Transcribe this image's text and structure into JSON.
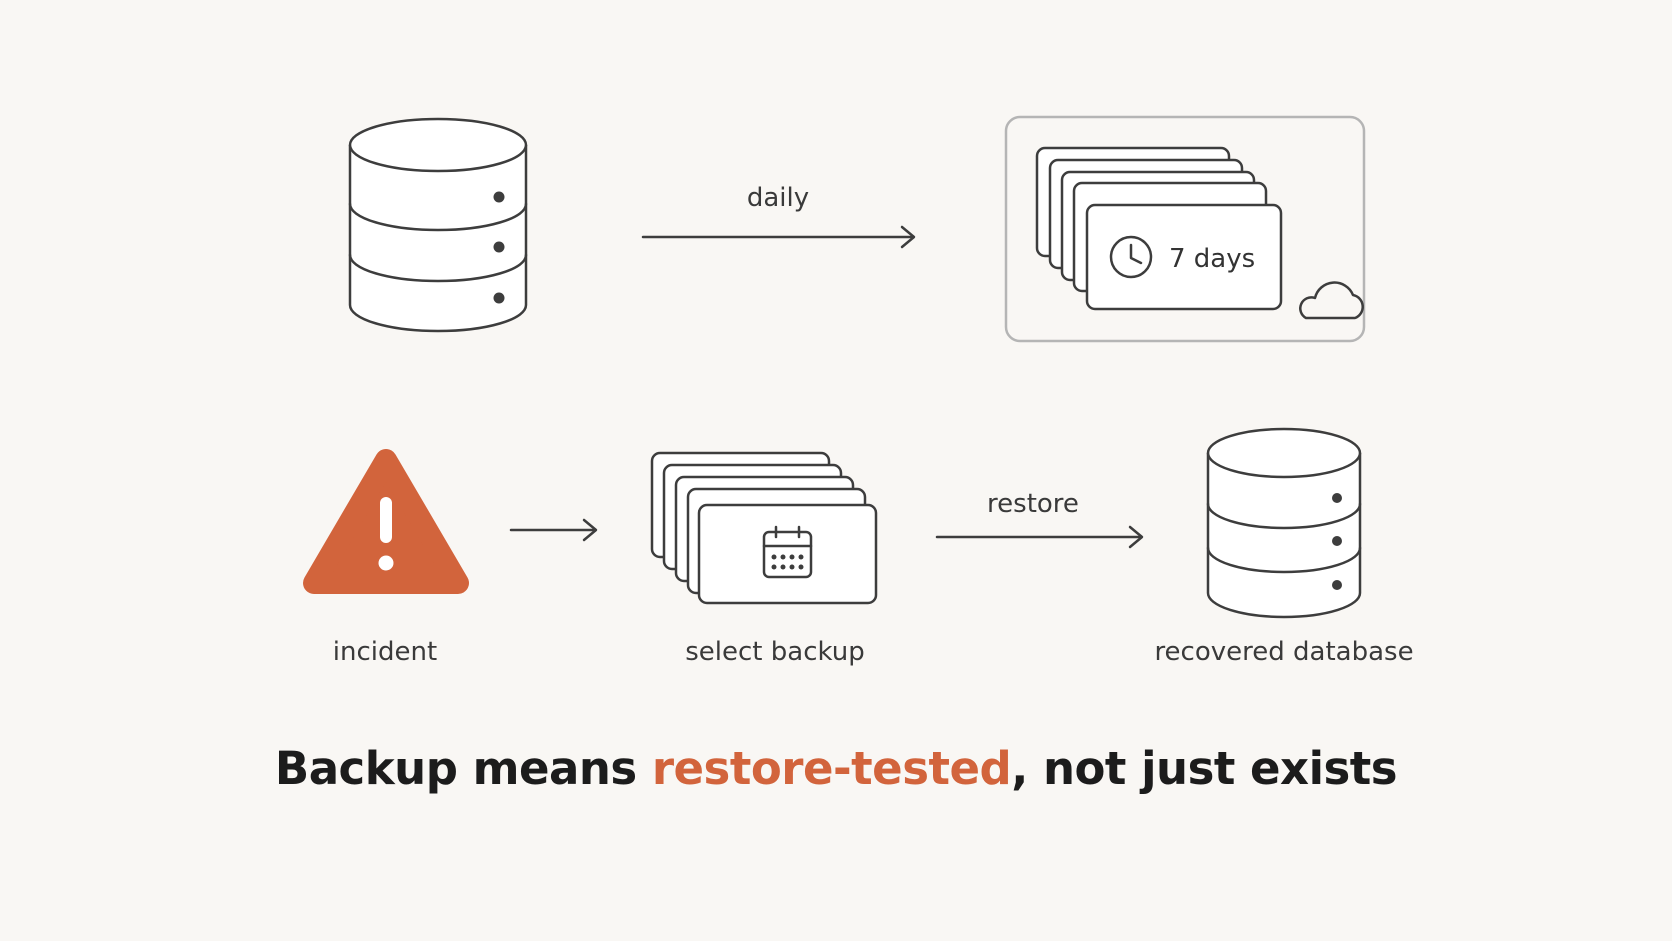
{
  "flow": {
    "top": {
      "arrow_label": "daily"
    },
    "retention": {
      "label": "7 days"
    },
    "bottom": {
      "incident_label": "incident",
      "select_label": "select backup",
      "arrow_label": "restore",
      "recovered_label": "recovered database"
    }
  },
  "tagline": {
    "part1": "Backup means ",
    "highlight": "restore-tested",
    "part2": ", not just exists"
  },
  "colors": {
    "background": "#f9f7f4",
    "accent": "#d2643c",
    "stroke": "#3d3d3d",
    "text": "#1c1c1c"
  },
  "icons": {
    "source": "database-icon",
    "retention": "clock-icon",
    "storage": "cloud-icon",
    "incident": "warning-icon",
    "selection": "calendar-icon",
    "target": "database-icon"
  }
}
